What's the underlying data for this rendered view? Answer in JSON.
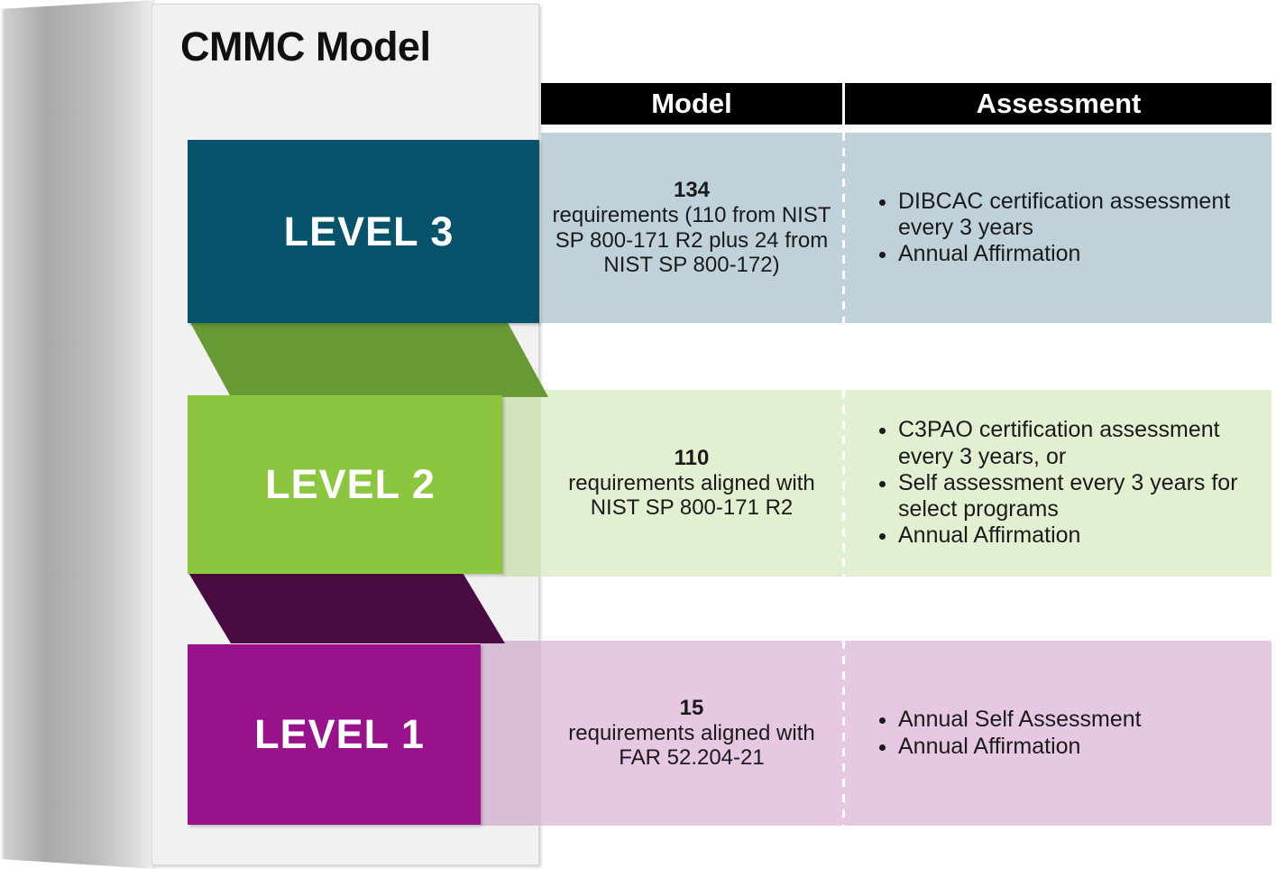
{
  "panel": {
    "title": "CMMC Model"
  },
  "header": {
    "model_label": "Model",
    "assessment_label": "Assessment"
  },
  "colors": {
    "level3_bar": "#07536B",
    "level3_band": "#BFD2D9",
    "level2_bar": "#8CC63E",
    "level2_band": "#E2EFD0",
    "level2_connector": "#679934",
    "level1_bar": "#97128B",
    "level1_band": "#E6C8E3",
    "level1_connector": "#4A0B40",
    "header_bar": "#000000",
    "panel_face": "#F1F1F1"
  },
  "levels": [
    {
      "name": "level-3",
      "label": "LEVEL 3",
      "requirement_count": "134",
      "model_text": "requirements (110 from NIST SP 800-171 R2 plus 24 from NIST SP 800-172)",
      "assessment_items": [
        "DIBCAC certification assessment every 3 years",
        "Annual Affirmation"
      ]
    },
    {
      "name": "level-2",
      "label": "LEVEL 2",
      "requirement_count": "110",
      "model_text": "requirements aligned with NIST SP 800-171 R2",
      "assessment_items": [
        "C3PAO certification assessment every 3 years, or",
        "Self assessment every 3 years for select programs",
        "Annual Affirmation"
      ]
    },
    {
      "name": "level-1",
      "label": "LEVEL 1",
      "requirement_count": "15",
      "model_text": "requirements aligned with FAR 52.204-21",
      "assessment_items": [
        "Annual Self Assessment",
        "Annual Affirmation"
      ]
    }
  ]
}
